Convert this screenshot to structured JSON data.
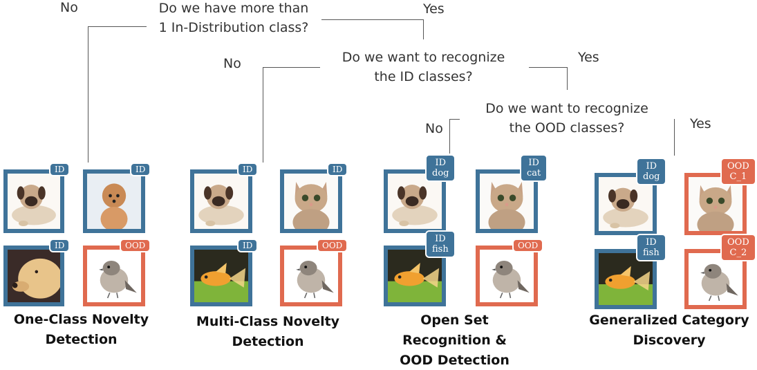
{
  "questions": [
    {
      "line1": "Do we have more than",
      "line2": "1 In-Distribution class?",
      "no": "No",
      "yes": "Yes"
    },
    {
      "line1": "Do we want to recognize",
      "line2": "the ID classes?",
      "no": "No",
      "yes": "Yes"
    },
    {
      "line1": "Do we want to recognize",
      "line2": "the OOD classes?",
      "no": "No",
      "yes": "Yes"
    }
  ],
  "groups": [
    {
      "title1": "One-Class Novelty",
      "title2": "Detection",
      "title3": "",
      "tiles": [
        {
          "animal": "dog",
          "badge": [
            "ID"
          ],
          "ood": false
        },
        {
          "animal": "poodle",
          "badge": [
            "ID"
          ],
          "ood": false
        },
        {
          "animal": "labrador",
          "badge": [
            "ID"
          ],
          "ood": false
        },
        {
          "animal": "bird",
          "badge": [
            "OOD"
          ],
          "ood": true
        }
      ]
    },
    {
      "title1": "Multi-Class Novelty",
      "title2": "Detection",
      "title3": "",
      "tiles": [
        {
          "animal": "dog",
          "badge": [
            "ID"
          ],
          "ood": false
        },
        {
          "animal": "cat",
          "badge": [
            "ID"
          ],
          "ood": false
        },
        {
          "animal": "fish",
          "badge": [
            "ID"
          ],
          "ood": false
        },
        {
          "animal": "bird",
          "badge": [
            "OOD"
          ],
          "ood": true
        }
      ]
    },
    {
      "title1": "Open Set",
      "title2": "Recognition &",
      "title3": "OOD Detection",
      "tiles": [
        {
          "animal": "dog",
          "badge": [
            "ID",
            "dog"
          ],
          "ood": false
        },
        {
          "animal": "cat",
          "badge": [
            "ID",
            "cat"
          ],
          "ood": false
        },
        {
          "animal": "fish",
          "badge": [
            "ID",
            "fish"
          ],
          "ood": false
        },
        {
          "animal": "bird",
          "badge": [
            "OOD"
          ],
          "ood": true
        }
      ]
    },
    {
      "title1": "Generalized Category",
      "title2": "Discovery",
      "title3": "",
      "tiles": [
        {
          "animal": "dog",
          "badge": [
            "ID",
            "dog"
          ],
          "ood": false
        },
        {
          "animal": "cat",
          "badge": [
            "OOD",
            "C_1"
          ],
          "ood": true
        },
        {
          "animal": "fish",
          "badge": [
            "ID",
            "fish"
          ],
          "ood": false
        },
        {
          "animal": "bird",
          "badge": [
            "OOD",
            "C_2"
          ],
          "ood": true
        }
      ]
    }
  ],
  "colors": {
    "id": "#3f7399",
    "ood": "#e06a4f"
  }
}
